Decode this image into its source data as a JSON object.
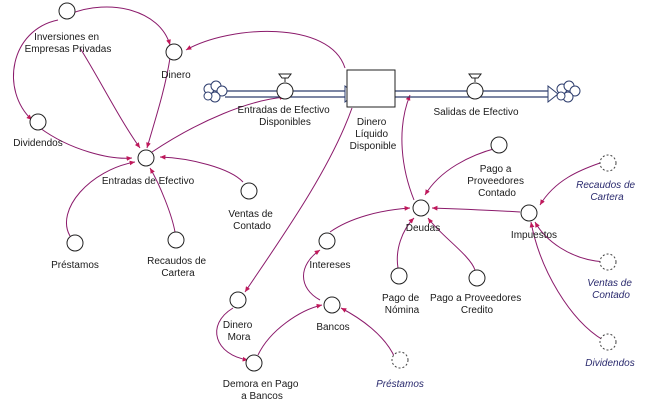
{
  "diagram": {
    "stocks": {
      "dinero_liquido": [
        "Dinero",
        "Líquido",
        "Disponible"
      ]
    },
    "flows": {
      "entradas_disponibles": [
        "Entradas de Efectivo",
        "Disponibles"
      ],
      "salidas": [
        "Salidas de Efectivo"
      ]
    },
    "variables": {
      "inversiones": [
        "Inversiones en",
        "Empresas Privadas"
      ],
      "dinero": [
        "Dinero"
      ],
      "dividendos": [
        "Dividendos"
      ],
      "entradas": [
        "Entradas de Efectivo"
      ],
      "ventas_contado": [
        "Ventas de",
        "Contado"
      ],
      "prestamos": [
        "Préstamos"
      ],
      "recaudos_cartera": [
        "Recaudos de",
        "Cartera"
      ],
      "pago_prov_contado": [
        "Pago a",
        "Proveedores",
        "Contado"
      ],
      "deudas": [
        "Deudas"
      ],
      "impuestos": [
        "Impuestos"
      ],
      "intereses": [
        "Intereses"
      ],
      "pago_nomina": [
        "Pago de",
        "Nómina"
      ],
      "pago_prov_credito": [
        "Pago a Proveedores",
        "Credito"
      ],
      "bancos": [
        "Bancos"
      ],
      "dinero_mora": [
        "Dinero",
        "Mora"
      ],
      "demora_pago": [
        "Demora en Pago",
        "a Bancos"
      ]
    },
    "ghosts": {
      "recaudos_cartera_g": [
        "Recaudos de",
        "Cartera"
      ],
      "ventas_contado_g": [
        "Ventas de",
        "Contado"
      ],
      "dividendos_g": [
        "Dividendos"
      ],
      "prestamos_g": [
        "Préstamos"
      ]
    }
  },
  "colors": {
    "link": "#8b1a6b",
    "arrowhead": "#c0185a",
    "node_stroke": "#222222",
    "flow": "#2e3e6e"
  }
}
